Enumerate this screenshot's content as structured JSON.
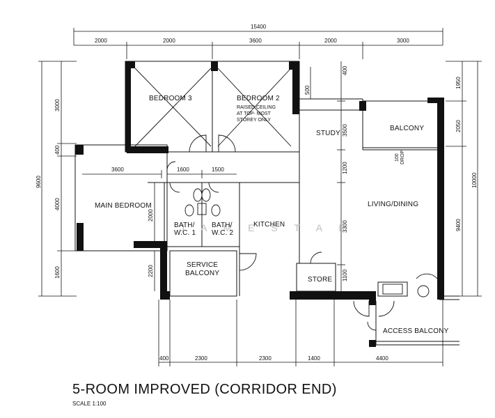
{
  "plan": {
    "title": "5-ROOM IMPROVED (CORRIDOR END)",
    "scale": "SCALE 1:100",
    "watermark": "J A M E S   T A I",
    "rooms": {
      "bedroom3": "BEDROOM 3",
      "bedroom2": "BEDROOM 2",
      "bedroom2_note": [
        "RAISED CEILING",
        "AT TOP- MOST",
        "STOREY ONLY"
      ],
      "study": "STUDY",
      "balcony": "BALCONY",
      "main_bedroom": "MAIN BEDROOM",
      "bath1": [
        "BATH/",
        "W.C. 1"
      ],
      "bath2": [
        "BATH/",
        "W.C. 2"
      ],
      "kitchen": "KITCHEN",
      "living_dining": "LIVING/DINING",
      "service_balcony": [
        "SERVICE",
        "BALCONY"
      ],
      "store": "STORE",
      "access_balcony": "ACCESS BALCONY",
      "balcony_note": [
        "100",
        "DROP"
      ]
    },
    "dimensions": {
      "overall_top": "15400",
      "top_row": [
        "2000",
        "2000",
        "3600",
        "2000",
        "3000"
      ],
      "bottom_row": [
        "400",
        "2300",
        "2300",
        "1400",
        "4400"
      ],
      "left_col": [
        "3000",
        "400",
        "4000",
        "1600"
      ],
      "left_overall": "9600",
      "right_col": [
        "1950",
        "2050",
        "9400"
      ],
      "right_overall": "10000",
      "inner": {
        "d3600": "3600",
        "d1600": "1600",
        "d1500": "1500",
        "d2000": "2000",
        "d2200": "2200",
        "d400": "400",
        "d500": "500",
        "d3500": "3500",
        "d1200": "1200",
        "d3300": "3300",
        "d1100": "1100"
      }
    }
  }
}
